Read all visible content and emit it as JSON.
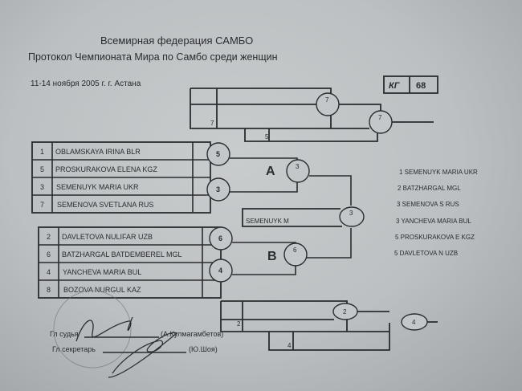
{
  "header": {
    "title": "Всемирная федерация САМБО",
    "subtitle": "Протокол Чемпионата Мира по Самбо среди женщин",
    "date_place": "11-14 ноября 2005 г. г. Астана",
    "weight_label": "КГ",
    "weight_value": "68"
  },
  "repechage_top": {
    "seed_left": "7",
    "seed_bottom": "5",
    "match1_winner": "7",
    "final_winner": "7"
  },
  "pool_a": {
    "label": "A",
    "athletes": [
      {
        "num": "1",
        "name": "OBLAMSKAYA  IRINA  BLR"
      },
      {
        "num": "5",
        "name": "PROSKURAKOVA  ELENA  KGZ"
      },
      {
        "num": "3",
        "name": "SEMENUYK  MARIA  UKR"
      },
      {
        "num": "7",
        "name": "SEMENOVA  SVETLANA  RUS"
      }
    ],
    "match_winners": [
      "5",
      "3"
    ],
    "pool_winner": "3"
  },
  "pool_b": {
    "label": "B",
    "athletes": [
      {
        "num": "2",
        "name": "DAVLETOVA  NULIFAR  UZB"
      },
      {
        "num": "6",
        "name": "BATZHARGAL  BATDEMBEREL  MGL"
      },
      {
        "num": "4",
        "name": "YANCHEVA  MARIA  BUL"
      },
      {
        "num": "8",
        "name": "BOZOVA  NURGUL  KAZ"
      }
    ],
    "match_winners": [
      "6",
      "4"
    ],
    "pool_winner": "6"
  },
  "final": {
    "winner_name": "SEMENUYK M",
    "winner_num": "3"
  },
  "results": [
    "1 SEMENUYK  MARIA  UKR",
    "2 BATZHARGAL   MGL",
    "3 SEMENOVA  S  RUS",
    "3 YANCHEVA  MARIA   BUL",
    "5 PROSKURAKOVA  E  KGZ",
    "5 DAVLETOVA  N  UZB"
  ],
  "repechage_bottom": {
    "seed_left": "2",
    "seed_bottom": "4",
    "match1_winner": "2",
    "final_winner": "4"
  },
  "signatures": {
    "judge_label": "Гл судья",
    "judge_name": "(А.Кулмагамбетов)",
    "secretary_label": "Гл секретарь",
    "secretary_name": "(Ю.Шоя)"
  }
}
